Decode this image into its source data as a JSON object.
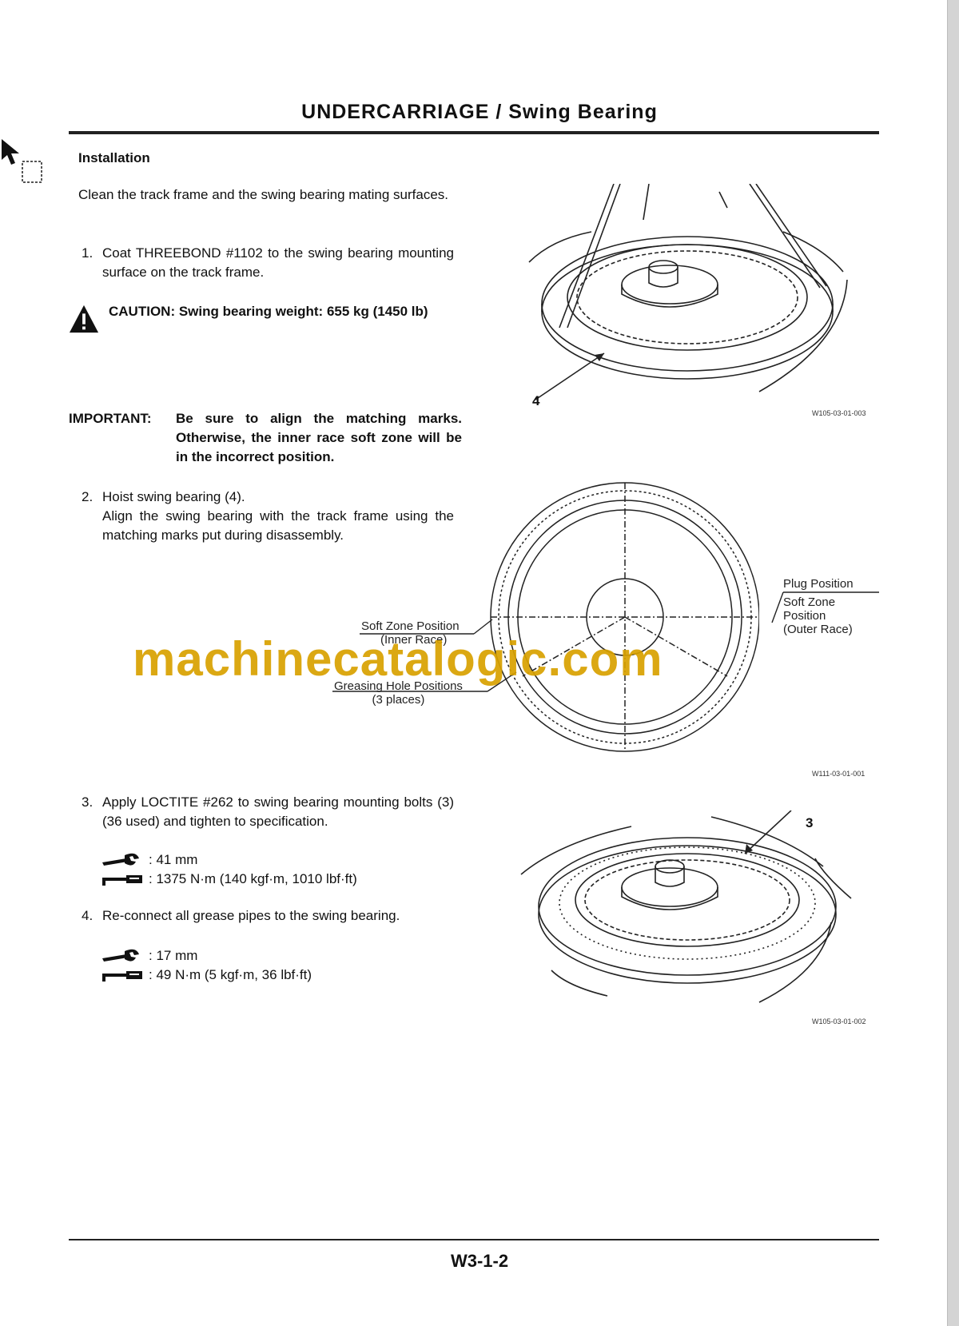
{
  "header": {
    "title": "UNDERCARRIAGE / Swing Bearing"
  },
  "section": {
    "heading": "Installation"
  },
  "intro": "Clean the track frame and the swing bearing mating surfaces.",
  "steps": [
    {
      "number": "1.",
      "text": "Coat THREEBOND #1102 to the swing bearing mounting surface on the track frame."
    },
    {
      "number": "2.",
      "line1": "Hoist swing bearing (4).",
      "line2": "Align the swing bearing with the track frame using the matching marks put during disassembly."
    },
    {
      "number": "3.",
      "text": "Apply LOCTITE #262 to swing bearing mounting bolts (3) (36 used) and tighten to specification."
    },
    {
      "number": "4.",
      "text": "Re-connect all grease pipes to the swing bearing."
    }
  ],
  "caution": {
    "text": "CAUTION:  Swing bearing weight: 655 kg (1450 lb)"
  },
  "important": {
    "label": "IMPORTANT:",
    "text": "Be sure to align the matching marks. Otherwise, the inner race soft zone will be in the incorrect position."
  },
  "specs": {
    "step3": {
      "wrench": ": 41 mm",
      "torque": ": 1375 N·m (140 kgf·m, 1010 lbf·ft)"
    },
    "step4": {
      "wrench": ": 17 mm",
      "torque": ": 49 N·m (5 kgf·m, 36 lbf·ft)"
    }
  },
  "figures": {
    "fig1": {
      "code": "W105-03-01-003",
      "callout": "4"
    },
    "fig2": {
      "code": "W111-03-01-001",
      "plug_position": "Plug Position",
      "soft_zone_outer": [
        "Soft Zone",
        "Position",
        "(Outer Race)"
      ],
      "soft_zone_inner": [
        "Soft Zone Position",
        "(Inner Race)"
      ],
      "greasing": [
        "Greasing Hole Positions",
        "(3 places)"
      ]
    },
    "fig3": {
      "code": "W105-03-01-002",
      "callout": "3"
    }
  },
  "watermark": "machinecatalogic.com",
  "footer": {
    "page_number": "W3-1-2"
  },
  "icons": {
    "caution": "warning-triangle-icon",
    "wrench": "wrench-size-icon",
    "torque": "torque-wrench-icon",
    "cursor": "mouse-pointer-icon"
  }
}
